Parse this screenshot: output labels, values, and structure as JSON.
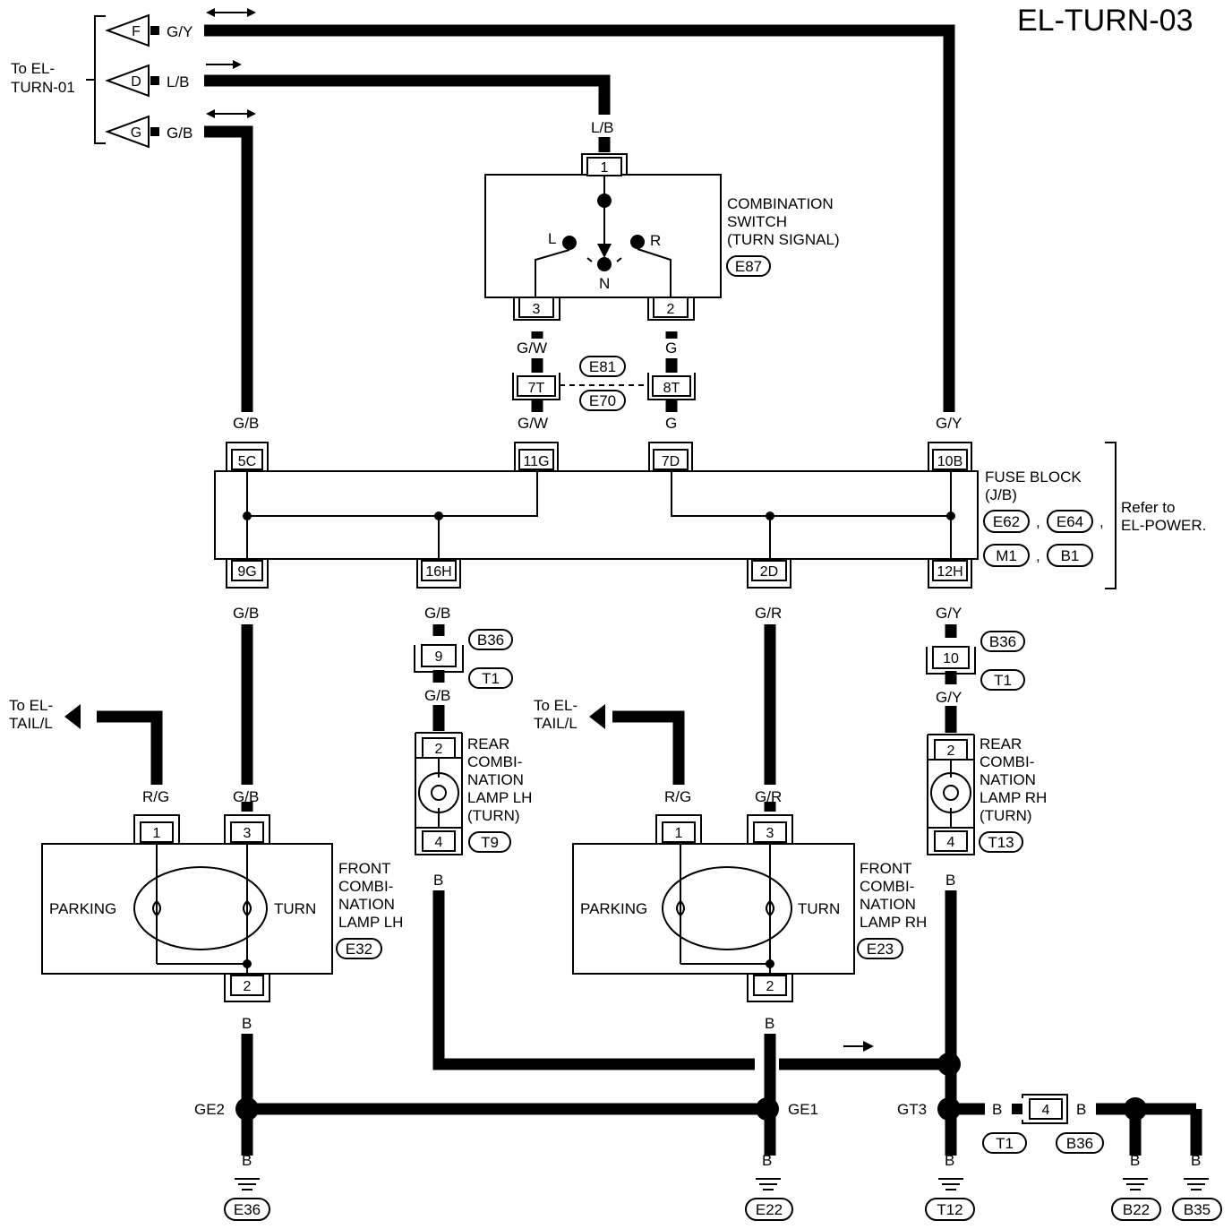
{
  "title": "EL-TURN-03",
  "to_turn01": [
    "To EL-",
    "TURN-01"
  ],
  "connectors_left": [
    {
      "letter": "F",
      "wire": "G/Y"
    },
    {
      "letter": "D",
      "wire": "L/B"
    },
    {
      "letter": "G",
      "wire": "G/B"
    }
  ],
  "combination_switch": {
    "name": [
      "COMBINATION",
      "SWITCH",
      "(TURN SIGNAL)"
    ],
    "connector": "E87",
    "pins": {
      "top": "1",
      "left": "3",
      "right": "2"
    },
    "positions": {
      "left": "L",
      "right": "R",
      "neutral": "N"
    },
    "wire_in": "L/B"
  },
  "joint": {
    "pins": [
      "7T",
      "8T"
    ],
    "connectors": [
      "E81",
      "E70"
    ],
    "wire_left": "G/W",
    "wire_right": "G"
  },
  "fuse_block": {
    "name": [
      "FUSE BLOCK",
      "(J/B)"
    ],
    "connectors": [
      "E62",
      "E64",
      "M1",
      "B1"
    ],
    "top_pins": [
      "5C",
      "11G",
      "7D",
      "10B"
    ],
    "bottom_pins": [
      "9G",
      "16H",
      "2D",
      "12H"
    ],
    "top_wires": [
      "G/B",
      "G/W",
      "G",
      "G/Y"
    ],
    "bottom_wires": [
      "G/B",
      "G/B",
      "G/R",
      "G/Y"
    ]
  },
  "refer": [
    "Refer to",
    "EL-POWER."
  ],
  "inline_b36_t1": [
    {
      "pin": "9",
      "wire_below": "G/B",
      "connectors": [
        "B36",
        "T1"
      ]
    },
    {
      "pin": "10",
      "wire_below": "G/Y",
      "connectors": [
        "B36",
        "T1"
      ]
    }
  ],
  "to_tail": [
    "To EL-",
    "TAIL/L"
  ],
  "rg_wire": "R/G",
  "front_lamp_lh": {
    "name": [
      "FRONT",
      "COMBI-",
      "NATION",
      "LAMP LH"
    ],
    "connector": "E32",
    "pins": [
      "1",
      "3",
      "2"
    ],
    "labels": [
      "PARKING",
      "TURN"
    ],
    "wires": [
      "R/G",
      "G/B",
      "B"
    ]
  },
  "front_lamp_rh": {
    "name": [
      "FRONT",
      "COMBI-",
      "NATION",
      "LAMP RH"
    ],
    "connector": "E23",
    "pins": [
      "1",
      "3",
      "2"
    ],
    "labels": [
      "PARKING",
      "TURN"
    ],
    "wires": [
      "R/G",
      "G/R",
      "B"
    ]
  },
  "rear_lamp_lh": {
    "name": [
      "REAR",
      "COMBI-",
      "NATION",
      "LAMP LH",
      "(TURN)"
    ],
    "connector": "T9",
    "pins": [
      "2",
      "4"
    ],
    "wire_out": "B"
  },
  "rear_lamp_rh": {
    "name": [
      "REAR",
      "COMBI-",
      "NATION",
      "LAMP RH",
      "(TURN)"
    ],
    "connector": "T13",
    "pins": [
      "2",
      "4"
    ],
    "wire_out": "B"
  },
  "grounds": {
    "points": [
      "GE2",
      "GE1",
      "GT3"
    ],
    "symbols": [
      "E36",
      "E22",
      "T12",
      "B22",
      "B35"
    ],
    "wire": "B",
    "inline": {
      "pin": "4",
      "connectors": [
        "T1",
        "B36"
      ]
    }
  }
}
